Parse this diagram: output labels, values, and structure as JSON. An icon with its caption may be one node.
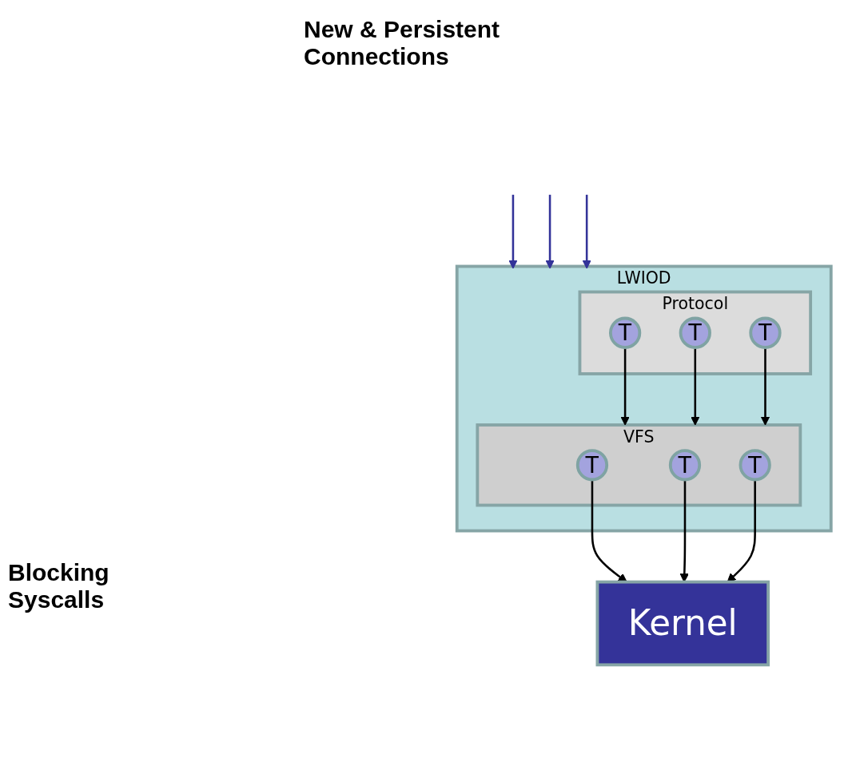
{
  "diagram": {
    "nodes": [
      {
        "text": [
          "LWIOD"
        ]
      },
      {
        "text": [
          "Protocol"
        ],
        "in": 0
      },
      {
        "text": [
          "T"
        ],
        "in": 1
      },
      {
        "text": [
          "T"
        ],
        "in": 1
      },
      {
        "text": [
          "T"
        ],
        "in": 1
      },
      {
        "text": [
          "VFS"
        ],
        "in": 0
      },
      {
        "text": [
          "T"
        ],
        "in": 5
      },
      {
        "text": [
          "T"
        ],
        "in": 5
      },
      {
        "text": [
          "T"
        ],
        "in": 5
      },
      {
        "text": [
          "Kernel"
        ]
      }
    ],
    "edges": [
      {
        "from": null,
        "to": 0,
        "arrow": "to",
        "color": "#333399"
      },
      {
        "from": null,
        "to": 0,
        "arrow": "to",
        "color": "#333399"
      },
      {
        "from": null,
        "to": 0,
        "arrow": "to",
        "color": "#333399"
      },
      {
        "from": 2,
        "to": 5,
        "arrow": "to"
      },
      {
        "from": 3,
        "to": 5,
        "arrow": "to"
      },
      {
        "from": 4,
        "to": 5,
        "arrow": "to"
      },
      {
        "from": 6,
        "to": 9,
        "arrow": "to"
      },
      {
        "from": 7,
        "to": 9,
        "arrow": "to"
      },
      {
        "from": 8,
        "to": 9,
        "arrow": "to"
      }
    ],
    "labels": [
      "New & Persistent Connections",
      "Blocking Syscalls"
    ]
  }
}
